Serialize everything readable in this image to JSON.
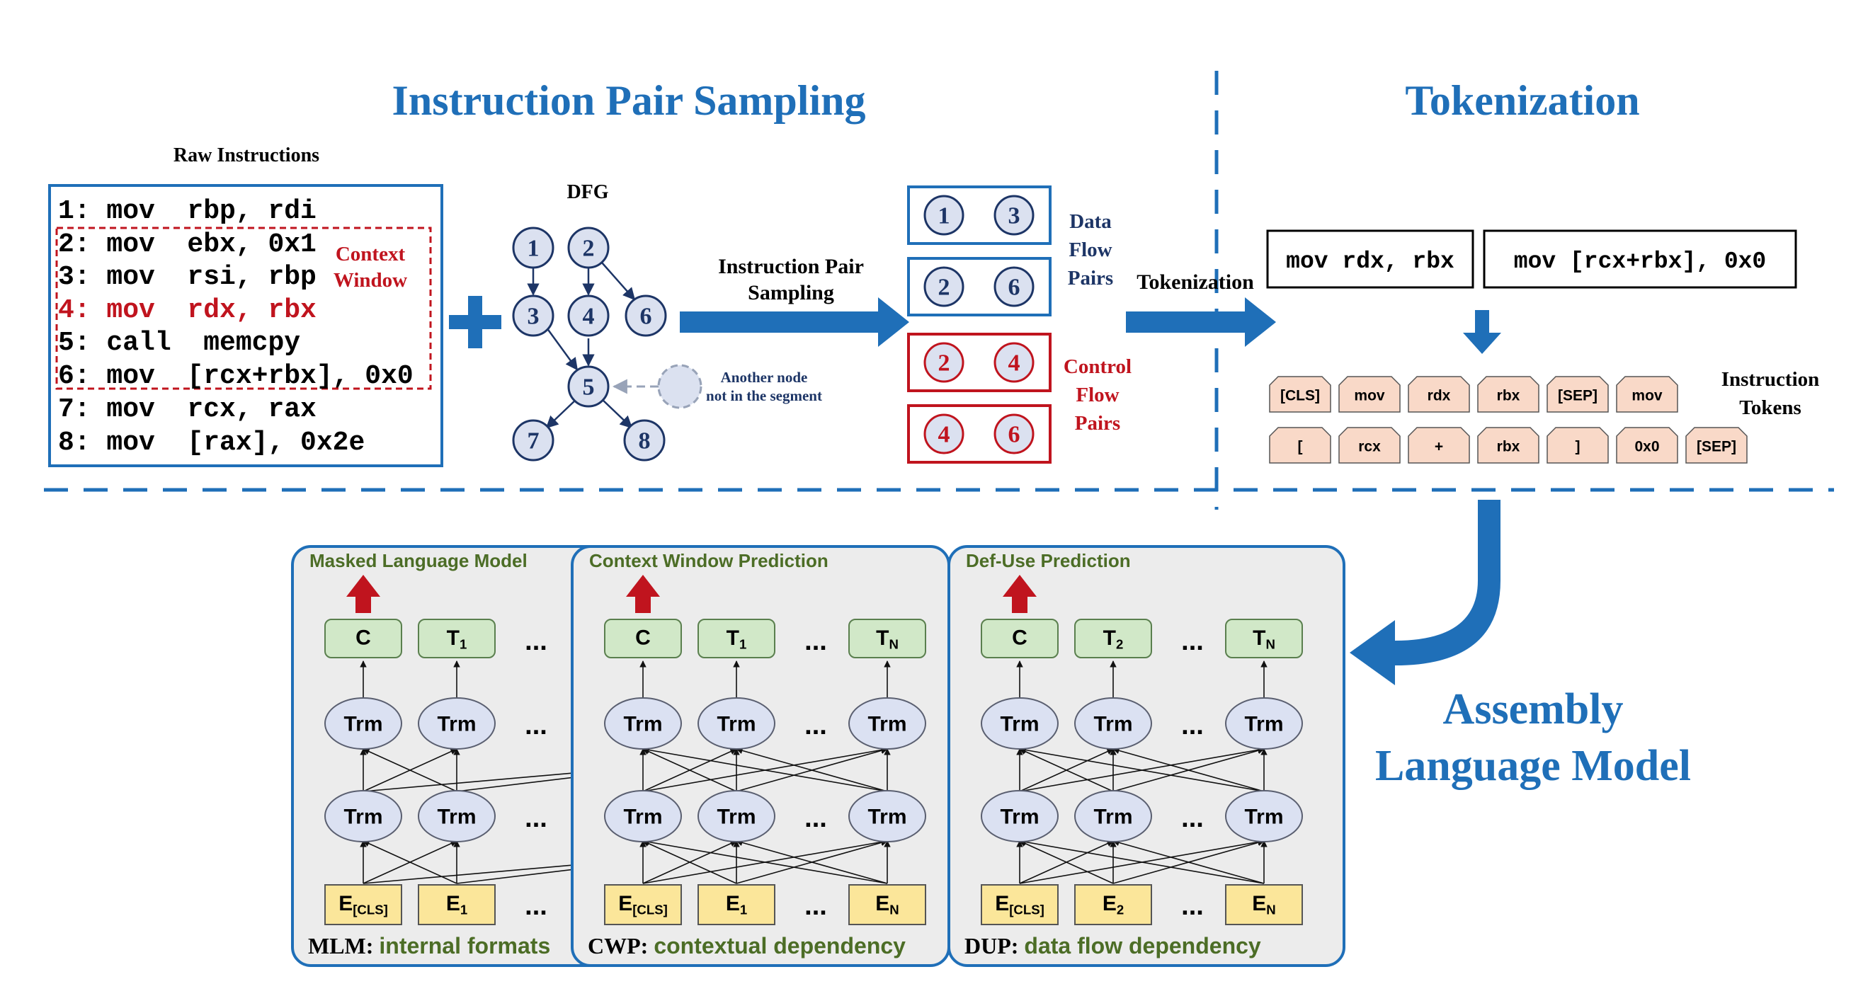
{
  "colors": {
    "accent_blue": "#1f6fb8",
    "dark_navy": "#1d3566",
    "dark_red": "#c0141e",
    "node_fill": "#dbe1f0",
    "panel_fill": "#ececec",
    "token_fill": "#f9d9c8",
    "trm_fill": "#dbe1f2",
    "output_fill": "#d1e8c8",
    "embed_fill": "#fbe69a",
    "task_green": "#4c6d26"
  },
  "sections": {
    "sampling_title": "Instruction Pair Sampling",
    "tokenization_title": "Tokenization",
    "alm_title_line1": "Assembly",
    "alm_title_line2": "Language Model"
  },
  "raw": {
    "heading": "Raw Instructions",
    "instructions": [
      "1: mov  rbp, rdi",
      "2: mov  ebx, 0x1",
      "3: mov  rsi, rbp",
      "4: mov  rdx, rbx",
      "5: call  memcpy",
      "6: mov  [rcx+rbx], 0x0",
      "7: mov  rcx, rax",
      "8: mov  [rax], 0x2e"
    ],
    "context_window_line1": "Context",
    "context_window_line2": "Window"
  },
  "dfg": {
    "heading": "DFG",
    "nodes": [
      "1",
      "2",
      "3",
      "4",
      "6",
      "5",
      "7",
      "8"
    ],
    "other_node_line1": "Another node",
    "other_node_line2": "not in the segment"
  },
  "pair_sampling": {
    "arrow_label_line1": "Instruction Pair",
    "arrow_label_line2": "Sampling",
    "data_flow_pairs": [
      [
        "1",
        "3"
      ],
      [
        "2",
        "6"
      ]
    ],
    "control_flow_pairs": [
      [
        "2",
        "4"
      ],
      [
        "4",
        "6"
      ]
    ],
    "data_flow_label": [
      "Data",
      "Flow",
      "Pairs"
    ],
    "control_flow_label": [
      "Control",
      "Flow",
      "Pairs"
    ]
  },
  "tokenization": {
    "arrow_label": "Tokenization",
    "instruction_a": "mov rdx, rbx",
    "instruction_b": "mov [rcx+rbx], 0x0",
    "tokens_row1": [
      "[CLS]",
      "mov",
      "rdx",
      "rbx",
      "[SEP]",
      "mov"
    ],
    "tokens_row2": [
      "[",
      "rcx",
      "+",
      "rbx",
      "]",
      "0x0",
      "[SEP]"
    ],
    "tokens_label_line1": "Instruction",
    "tokens_label_line2": "Tokens"
  },
  "panels": [
    {
      "task_title": "Masked Language Model",
      "outputs": [
        "C",
        "T1",
        "..."
      ],
      "embeddings": [
        "E[CLS]",
        "E1",
        "..."
      ],
      "trm": "Trm",
      "dots": "...",
      "caption_abbr": "MLM:",
      "caption_desc": "internal formats"
    },
    {
      "task_title": "Context Window Prediction",
      "outputs": [
        "C",
        "T1",
        "...",
        "TN"
      ],
      "embeddings": [
        "E[CLS]",
        "E1",
        "...",
        "EN"
      ],
      "trm": "Trm",
      "dots": "...",
      "caption_abbr": "CWP:",
      "caption_desc": "contextual dependency"
    },
    {
      "task_title": "Def-Use Prediction",
      "outputs": [
        "C",
        "T2",
        "...",
        "TN"
      ],
      "embeddings": [
        "E[CLS]",
        "E2",
        "...",
        "EN"
      ],
      "trm": "Trm",
      "dots": "...",
      "caption_abbr": "DUP:",
      "caption_desc": "data flow dependency"
    }
  ]
}
